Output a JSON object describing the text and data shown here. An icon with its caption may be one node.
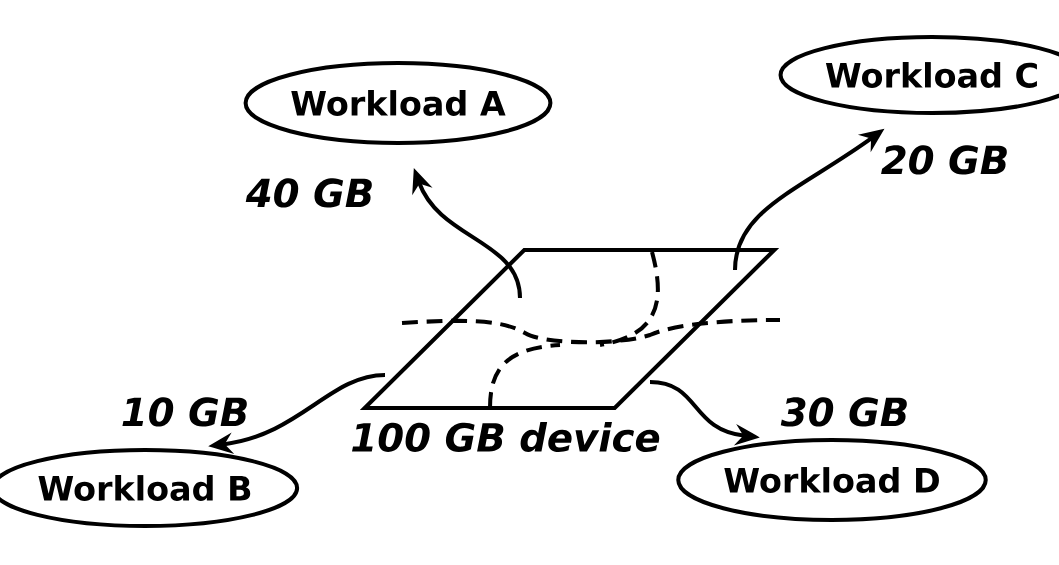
{
  "diagram": {
    "nodes": [
      {
        "text": [
          "Workload A"
        ]
      },
      {
        "text": [
          "Workload C"
        ]
      },
      {
        "text": [],
        "shape": "parallelogram",
        "beside": [
          "100 GB device"
        ]
      },
      {
        "text": [
          "Workload B"
        ]
      },
      {
        "text": [
          "Workload D"
        ]
      }
    ],
    "edges": [
      {
        "from": 2,
        "to": 0,
        "arrow": "to",
        "label": "40 GB"
      },
      {
        "from": 2,
        "to": 1,
        "arrow": "to",
        "label": "20 GB"
      },
      {
        "from": 2,
        "to": 3,
        "arrow": "to",
        "label": "10 GB"
      },
      {
        "from": 2,
        "to": 4,
        "arrow": "to",
        "label": "30 GB"
      }
    ]
  }
}
